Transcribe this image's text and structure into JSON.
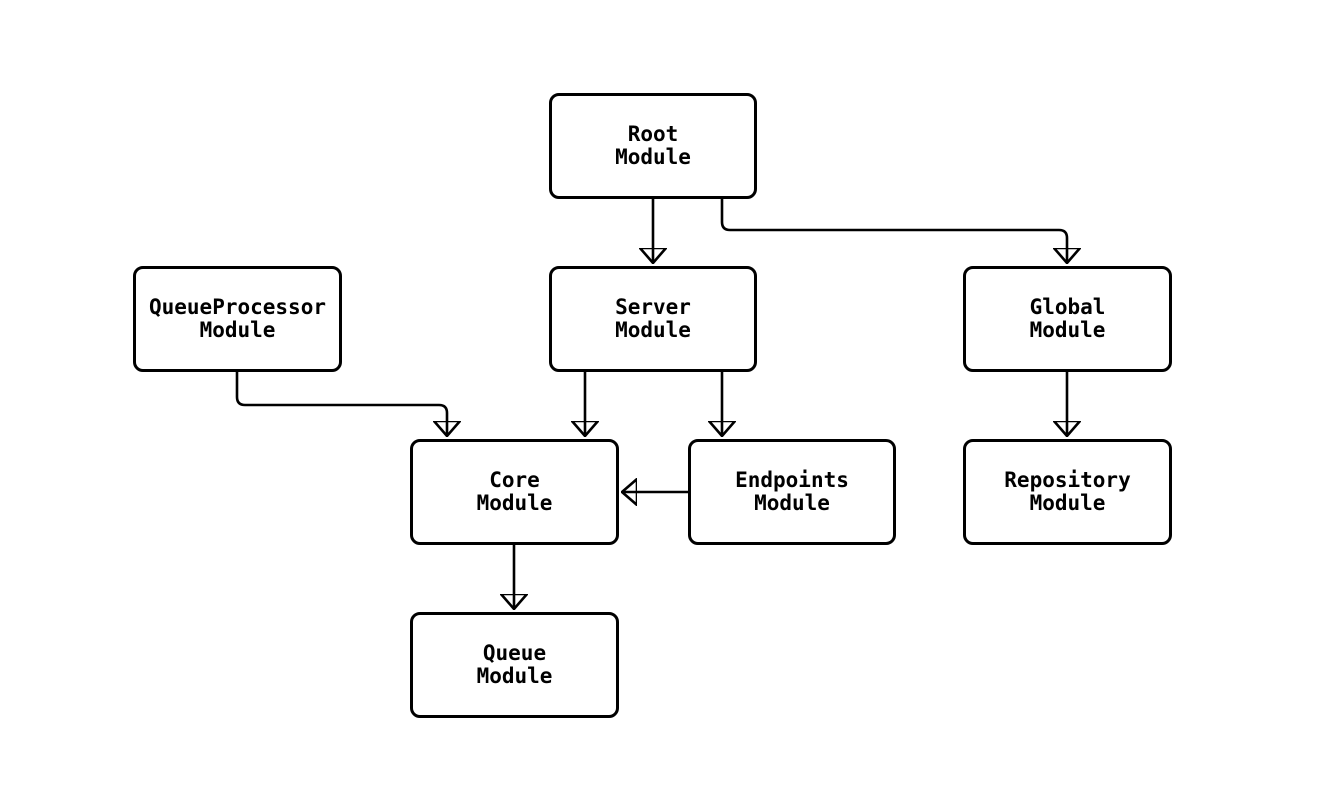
{
  "diagram": {
    "type": "module-dependency-flowchart",
    "background_color": "#ffffff",
    "node_fill_color": "#ffffff",
    "node_border_color": "#000000",
    "edge_color": "#000000",
    "text_color": "#000000",
    "nodes": [
      {
        "id": "root",
        "label": "Root\nModule"
      },
      {
        "id": "queueprocessor",
        "label": "QueueProcessor\nModule"
      },
      {
        "id": "server",
        "label": "Server\nModule"
      },
      {
        "id": "global",
        "label": "Global\nModule"
      },
      {
        "id": "core",
        "label": "Core\nModule"
      },
      {
        "id": "endpoints",
        "label": "Endpoints\nModule"
      },
      {
        "id": "repository",
        "label": "Repository\nModule"
      },
      {
        "id": "queue",
        "label": "Queue\nModule"
      }
    ],
    "edges": [
      {
        "from": "root",
        "to": "server"
      },
      {
        "from": "root",
        "to": "global"
      },
      {
        "from": "queueprocessor",
        "to": "core"
      },
      {
        "from": "server",
        "to": "core"
      },
      {
        "from": "server",
        "to": "endpoints"
      },
      {
        "from": "global",
        "to": "repository"
      },
      {
        "from": "endpoints",
        "to": "core"
      },
      {
        "from": "core",
        "to": "queue"
      }
    ]
  }
}
